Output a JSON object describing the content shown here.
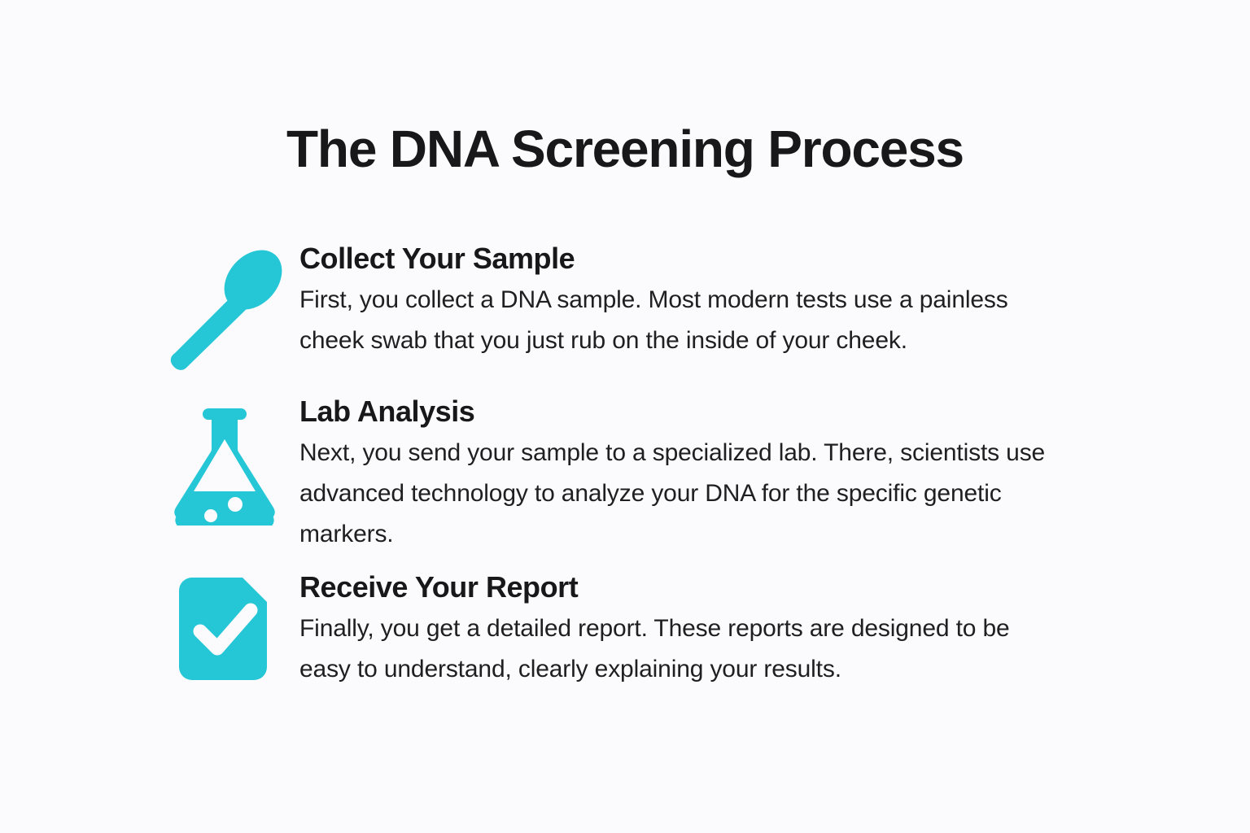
{
  "page": {
    "title": "The DNA Screening Process",
    "background_color": "#fbfbfd",
    "text_color": "#1a1a1a",
    "accent_color": "#25c6d6"
  },
  "steps": [
    {
      "icon": "cotton-swab-icon",
      "title": "Collect Your Sample",
      "description": "First, you collect a DNA sample. Most modern tests use a painless cheek swab that you just rub on the inside of your cheek."
    },
    {
      "icon": "lab-flask-icon",
      "title": "Lab Analysis",
      "description": "Next, you send your sample to a specialized lab. There, scientists use advanced technology to analyze your DNA for the specific genetic markers."
    },
    {
      "icon": "document-check-icon",
      "title": "Receive Your Report",
      "description": "Finally, you get a detailed report. These reports are designed to be easy to understand, clearly explaining your results."
    }
  ]
}
